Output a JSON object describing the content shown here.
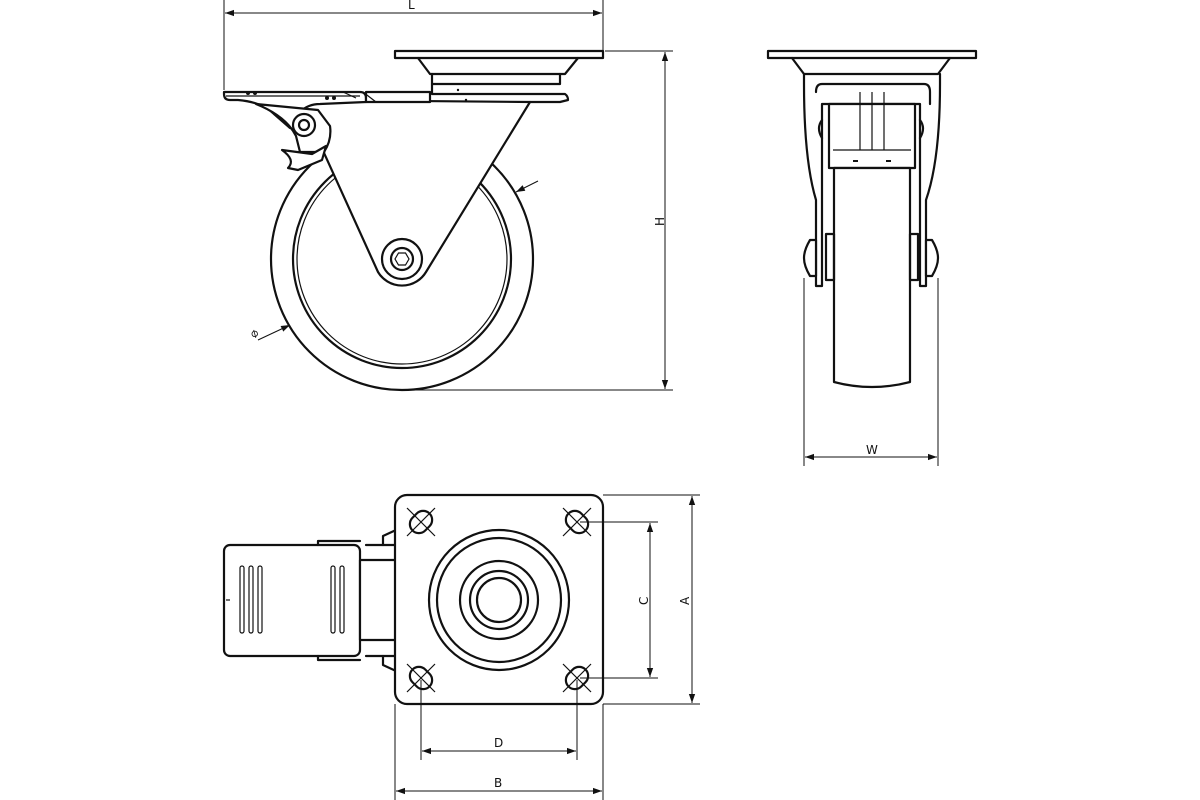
{
  "dimensions": {
    "length": "L",
    "height": "H",
    "width": "W",
    "wheel_diameter": "⌀",
    "plate_outer_y": "A",
    "plate_outer_x": "B",
    "hole_spacing_y": "C",
    "hole_spacing_x": "D"
  }
}
